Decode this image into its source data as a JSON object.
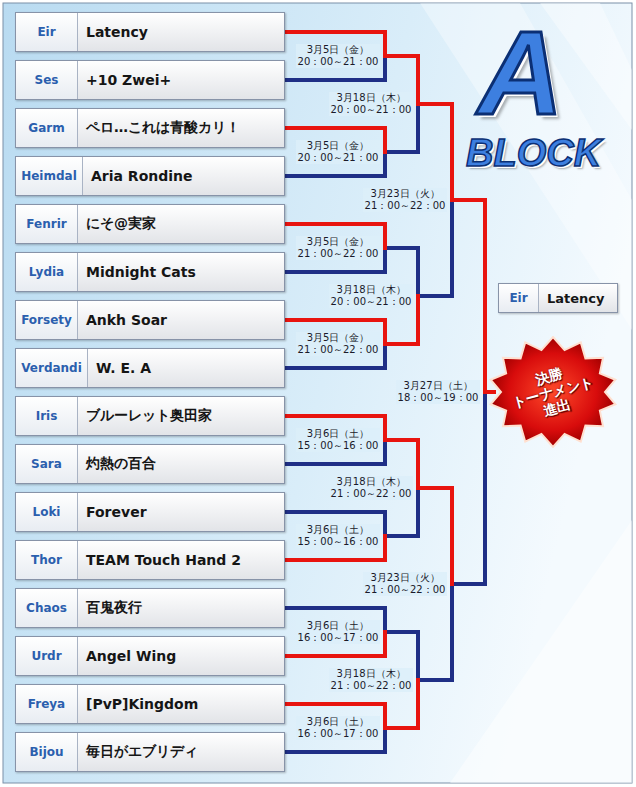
{
  "diagram": {
    "nodes": [
      {
        "text": [
          "Eir",
          "Latency"
        ]
      },
      {
        "text": [
          "Ses",
          "+10 Zwei+"
        ]
      },
      {
        "text": [
          "Garm",
          "ペロ…これは青酸カリ！"
        ]
      },
      {
        "text": [
          "Heimdal",
          "Aria Rondine"
        ]
      },
      {
        "text": [
          "Fenrir",
          "にそ@実家"
        ]
      },
      {
        "text": [
          "Lydia",
          "Midnight Cats"
        ]
      },
      {
        "text": [
          "Forsety",
          "Ankh Soar"
        ]
      },
      {
        "text": [
          "Verdandi",
          "W. E. A"
        ]
      },
      {
        "text": [
          "Iris",
          "ブルーレット奥田家"
        ]
      },
      {
        "text": [
          "Sara",
          "灼熱の百合"
        ]
      },
      {
        "text": [
          "Loki",
          "Forever"
        ]
      },
      {
        "text": [
          "Thor",
          "TEAM Touch Hand 2"
        ]
      },
      {
        "text": [
          "Chaos",
          "百鬼夜行"
        ]
      },
      {
        "text": [
          "Urdr",
          "Angel Wing"
        ]
      },
      {
        "text": [
          "Freya",
          "[PvP]Kingdom"
        ]
      },
      {
        "text": [
          "Bijou",
          "毎日がエブリディ"
        ]
      },
      {
        "text": [
          "Eir",
          "Latency"
        ]
      },
      {
        "text": [
          "決勝 トーナメント 進出"
        ]
      }
    ],
    "labels": [
      "A",
      "BLOCK",
      "3月5日（金） 20：00～21：00",
      "3月5日（金） 20：00～21：00",
      "3月5日（金） 21：00～22：00",
      "3月5日（金） 21：00～22：00",
      "3月6日（土） 15：00～16：00",
      "3月6日（土） 15：00～16：00",
      "3月6日（土） 16：00～17：00",
      "3月6日（土） 16：00～17：00",
      "3月18日（木） 20：00～21：00",
      "3月18日（木） 20：00～21：00",
      "3月18日（木） 21：00～22：00",
      "3月18日（木） 21：00～22：00",
      "3月23日（火） 21：00～22：00",
      "3月23日（火） 21：00～22：00",
      "3月27日（土） 18：00～19：00"
    ]
  }
}
